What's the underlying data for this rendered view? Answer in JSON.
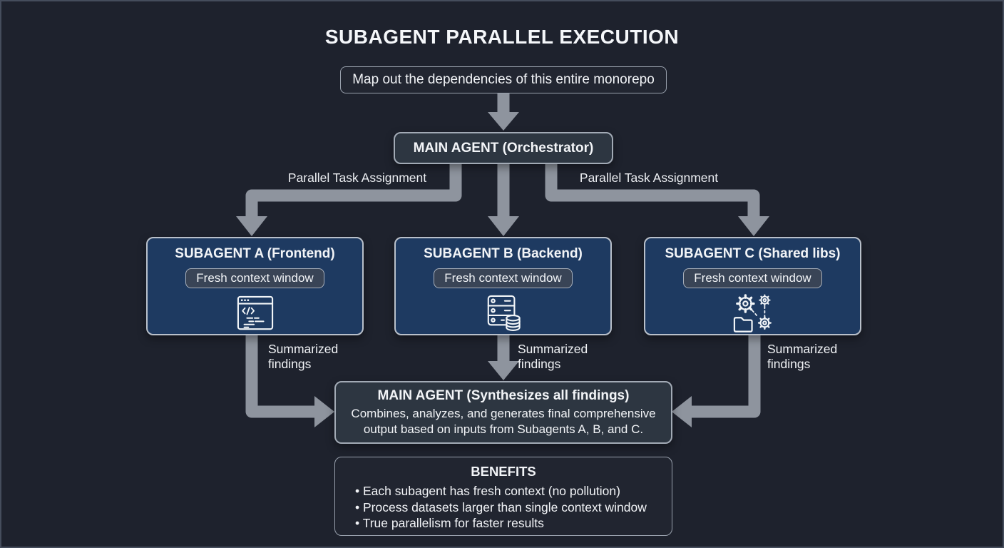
{
  "title": "SUBAGENT PARALLEL EXECUTION",
  "prompt": "Map out the dependencies of this entire monorepo",
  "orchestrator": {
    "label": "MAIN AGENT (Orchestrator)"
  },
  "edge_labels": {
    "left": "Parallel Task Assignment",
    "right": "Parallel Task Assignment"
  },
  "subagents": [
    {
      "name": "SUBAGENT A (Frontend)",
      "badge": "Fresh context window",
      "icon": "browser-code-icon"
    },
    {
      "name": "SUBAGENT B (Backend)",
      "badge": "Fresh context window",
      "icon": "server-database-icon"
    },
    {
      "name": "SUBAGENT C (Shared libs)",
      "badge": "Fresh context window",
      "icon": "gears-folder-icon"
    }
  ],
  "summarized_label": "Summarized findings",
  "synthesizer": {
    "title": "MAIN AGENT (Synthesizes all findings)",
    "description": "Combines, analyzes, and generates final comprehensive output based on inputs from Subagents A, B, and C."
  },
  "benefits": {
    "title": "BENEFITS",
    "items": [
      "Each subagent has fresh context (no pollution)",
      "Process datasets larger than single context window",
      "True parallelism for faster results"
    ]
  },
  "colors": {
    "background": "#1e222d",
    "agent_panel": "#2d3641",
    "subagent_panel": "#1e3a61",
    "arrow": "#8e949e",
    "border_light": "#a2aab5",
    "text": "#f2f4f7"
  }
}
